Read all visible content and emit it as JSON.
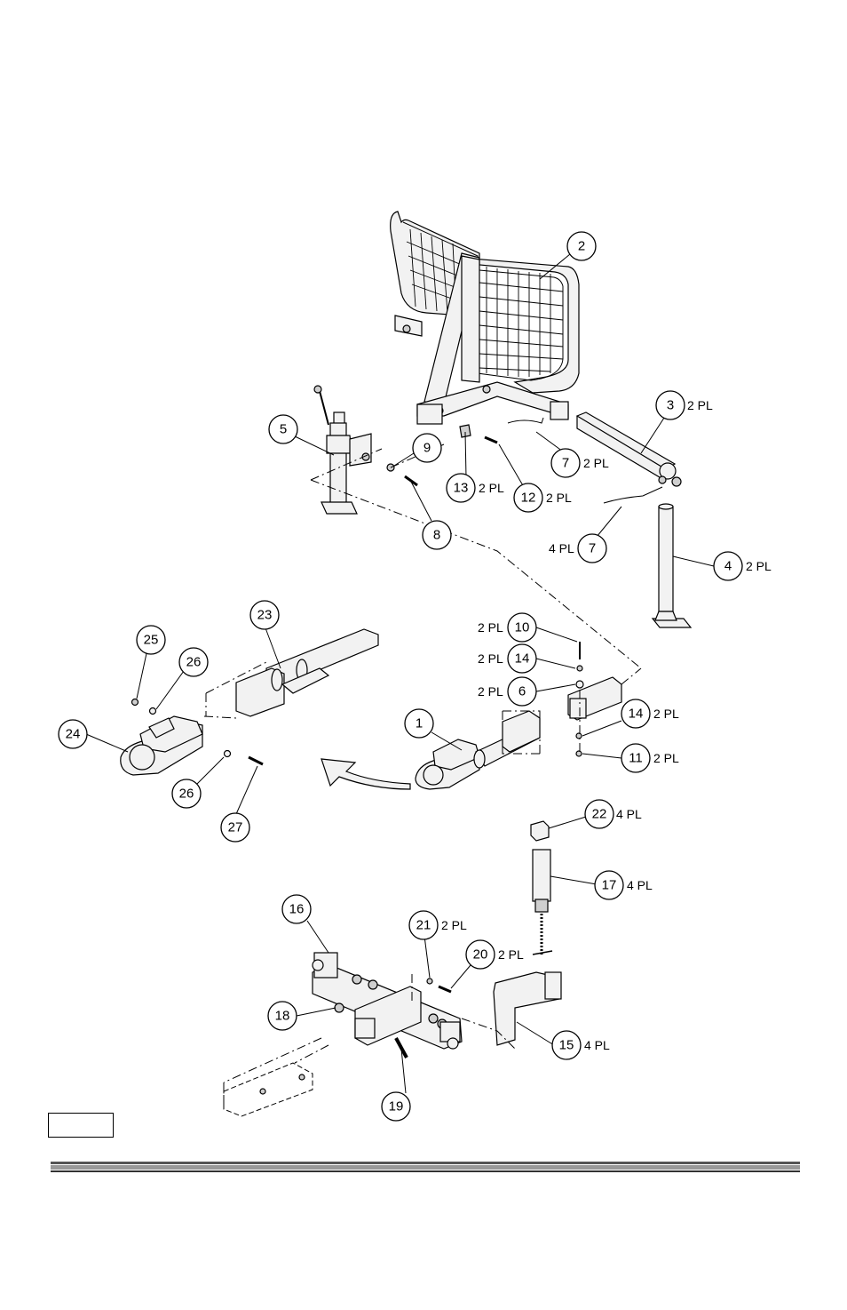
{
  "page_box_text": "",
  "callouts": [
    {
      "id": "c2",
      "num": "2",
      "qty": ""
    },
    {
      "id": "c3",
      "num": "3",
      "qty": "2 PL"
    },
    {
      "id": "c5",
      "num": "5",
      "qty": ""
    },
    {
      "id": "c9",
      "num": "9",
      "qty": ""
    },
    {
      "id": "c7a",
      "num": "7",
      "qty": "2 PL"
    },
    {
      "id": "c13",
      "num": "13",
      "qty": "2 PL"
    },
    {
      "id": "c12",
      "num": "12",
      "qty": "2 PL"
    },
    {
      "id": "c8",
      "num": "8",
      "qty": ""
    },
    {
      "id": "c7b",
      "num": "7",
      "qty": "4 PL"
    },
    {
      "id": "c4",
      "num": "4",
      "qty": "2 PL"
    },
    {
      "id": "c23",
      "num": "23",
      "qty": ""
    },
    {
      "id": "c25",
      "num": "25",
      "qty": ""
    },
    {
      "id": "c26a",
      "num": "26",
      "qty": ""
    },
    {
      "id": "c24",
      "num": "24",
      "qty": ""
    },
    {
      "id": "c26b",
      "num": "26",
      "qty": ""
    },
    {
      "id": "c27",
      "num": "27",
      "qty": ""
    },
    {
      "id": "c10",
      "num": "10",
      "qty": "2 PL"
    },
    {
      "id": "c14a",
      "num": "14",
      "qty": "2 PL"
    },
    {
      "id": "c6",
      "num": "6",
      "qty": "2 PL"
    },
    {
      "id": "c1",
      "num": "1",
      "qty": ""
    },
    {
      "id": "c14b",
      "num": "14",
      "qty": "2 PL"
    },
    {
      "id": "c11",
      "num": "11",
      "qty": "2 PL"
    },
    {
      "id": "c22",
      "num": "22",
      "qty": "4 PL"
    },
    {
      "id": "c17",
      "num": "17",
      "qty": "4 PL"
    },
    {
      "id": "c16",
      "num": "16",
      "qty": ""
    },
    {
      "id": "c21",
      "num": "21",
      "qty": "2 PL"
    },
    {
      "id": "c20",
      "num": "20",
      "qty": "2 PL"
    },
    {
      "id": "c18",
      "num": "18",
      "qty": ""
    },
    {
      "id": "c15",
      "num": "15",
      "qty": "4 PL"
    },
    {
      "id": "c19",
      "num": "19",
      "qty": ""
    }
  ]
}
